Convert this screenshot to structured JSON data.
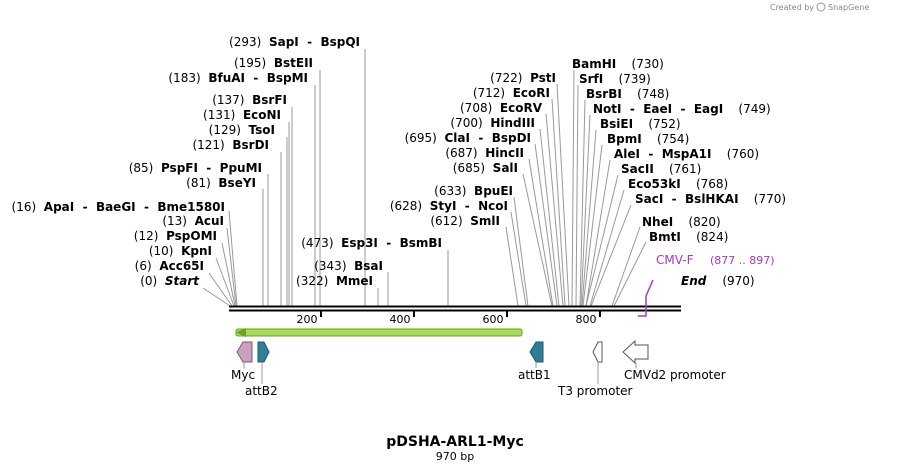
{
  "header": {
    "credit_text": "Created by",
    "brand": "SnapGene"
  },
  "map": {
    "name": "pDSHA-ARL1-Myc",
    "length_label": "970 bp",
    "total_bp": 970,
    "ticks": [
      "200",
      "400",
      "600",
      "800"
    ]
  },
  "left_sites": [
    {
      "pos": "(293)",
      "names": [
        "SapI",
        "BspQI"
      ]
    },
    {
      "pos": "(195)",
      "names": [
        "BstEII"
      ]
    },
    {
      "pos": "(183)",
      "names": [
        "BfuAI",
        "BspMI"
      ]
    },
    {
      "pos": "(137)",
      "names": [
        "BsrFI"
      ]
    },
    {
      "pos": "(131)",
      "names": [
        "EcoNI"
      ]
    },
    {
      "pos": "(129)",
      "names": [
        "TsoI"
      ]
    },
    {
      "pos": "(121)",
      "names": [
        "BsrDI"
      ]
    },
    {
      "pos": "(85)",
      "names": [
        "PspFI",
        "PpuMI"
      ]
    },
    {
      "pos": "(81)",
      "names": [
        "BseYI"
      ]
    },
    {
      "pos": "(16)",
      "names": [
        "ApaI",
        "BaeGI",
        "Bme1580I"
      ]
    },
    {
      "pos": "(13)",
      "names": [
        "AcuI"
      ]
    },
    {
      "pos": "(12)",
      "names": [
        "PspOMI"
      ]
    },
    {
      "pos": "(10)",
      "names": [
        "KpnI"
      ]
    },
    {
      "pos": "(6)",
      "names": [
        "Acc65I"
      ]
    },
    {
      "pos": "(0)",
      "names": [
        "Start"
      ]
    }
  ],
  "middle_sites": [
    {
      "pos": "(473)",
      "names": [
        "Esp3I",
        "BsmBI"
      ]
    },
    {
      "pos": "(343)",
      "names": [
        "BsaI"
      ]
    },
    {
      "pos": "(322)",
      "names": [
        "MmeI"
      ]
    }
  ],
  "center_sites": [
    {
      "pos": "(722)",
      "names": [
        "PstI"
      ]
    },
    {
      "pos": "(712)",
      "names": [
        "EcoRI"
      ]
    },
    {
      "pos": "(708)",
      "names": [
        "EcoRV"
      ]
    },
    {
      "pos": "(700)",
      "names": [
        "HindIII"
      ]
    },
    {
      "pos": "(695)",
      "names": [
        "ClaI",
        "BspDI"
      ]
    },
    {
      "pos": "(687)",
      "names": [
        "HincII"
      ]
    },
    {
      "pos": "(685)",
      "names": [
        "SalI"
      ]
    },
    {
      "pos": "(633)",
      "names": [
        "BpuEI"
      ]
    },
    {
      "pos": "(628)",
      "names": [
        "StyI",
        "NcoI"
      ]
    },
    {
      "pos": "(612)",
      "names": [
        "SmlI"
      ]
    }
  ],
  "right_sites": [
    {
      "pos": "(730)",
      "names": [
        "BamHI"
      ]
    },
    {
      "pos": "(739)",
      "names": [
        "SrfI"
      ]
    },
    {
      "pos": "(748)",
      "names": [
        "BsrBI"
      ]
    },
    {
      "pos": "(749)",
      "names": [
        "NotI",
        "EaeI",
        "EagI"
      ]
    },
    {
      "pos": "(752)",
      "names": [
        "BsiEI"
      ]
    },
    {
      "pos": "(754)",
      "names": [
        "BpmI"
      ]
    },
    {
      "pos": "(760)",
      "names": [
        "AleI",
        "MspA1I"
      ]
    },
    {
      "pos": "(761)",
      "names": [
        "SacII"
      ]
    },
    {
      "pos": "(768)",
      "names": [
        "Eco53kI"
      ]
    },
    {
      "pos": "(770)",
      "names": [
        "SacI",
        "BslHKAI"
      ]
    },
    {
      "pos": "(820)",
      "names": [
        "NheI"
      ]
    },
    {
      "pos": "(824)",
      "names": [
        "BmtI"
      ]
    }
  ],
  "end_site": {
    "pos": "(970)",
    "name": "End"
  },
  "primer": {
    "name": "CMV-F",
    "range": "(877 .. 897)"
  },
  "features": {
    "myc": "Myc",
    "attB2": "attB2",
    "attB1": "attB1",
    "t3": "T3 promoter",
    "cmv": "CMVd2 promoter"
  },
  "colors": {
    "orf": "#a9dc57",
    "myc": "#c9a0bd",
    "att": "#2f7f98",
    "primer": "#a239cf"
  }
}
